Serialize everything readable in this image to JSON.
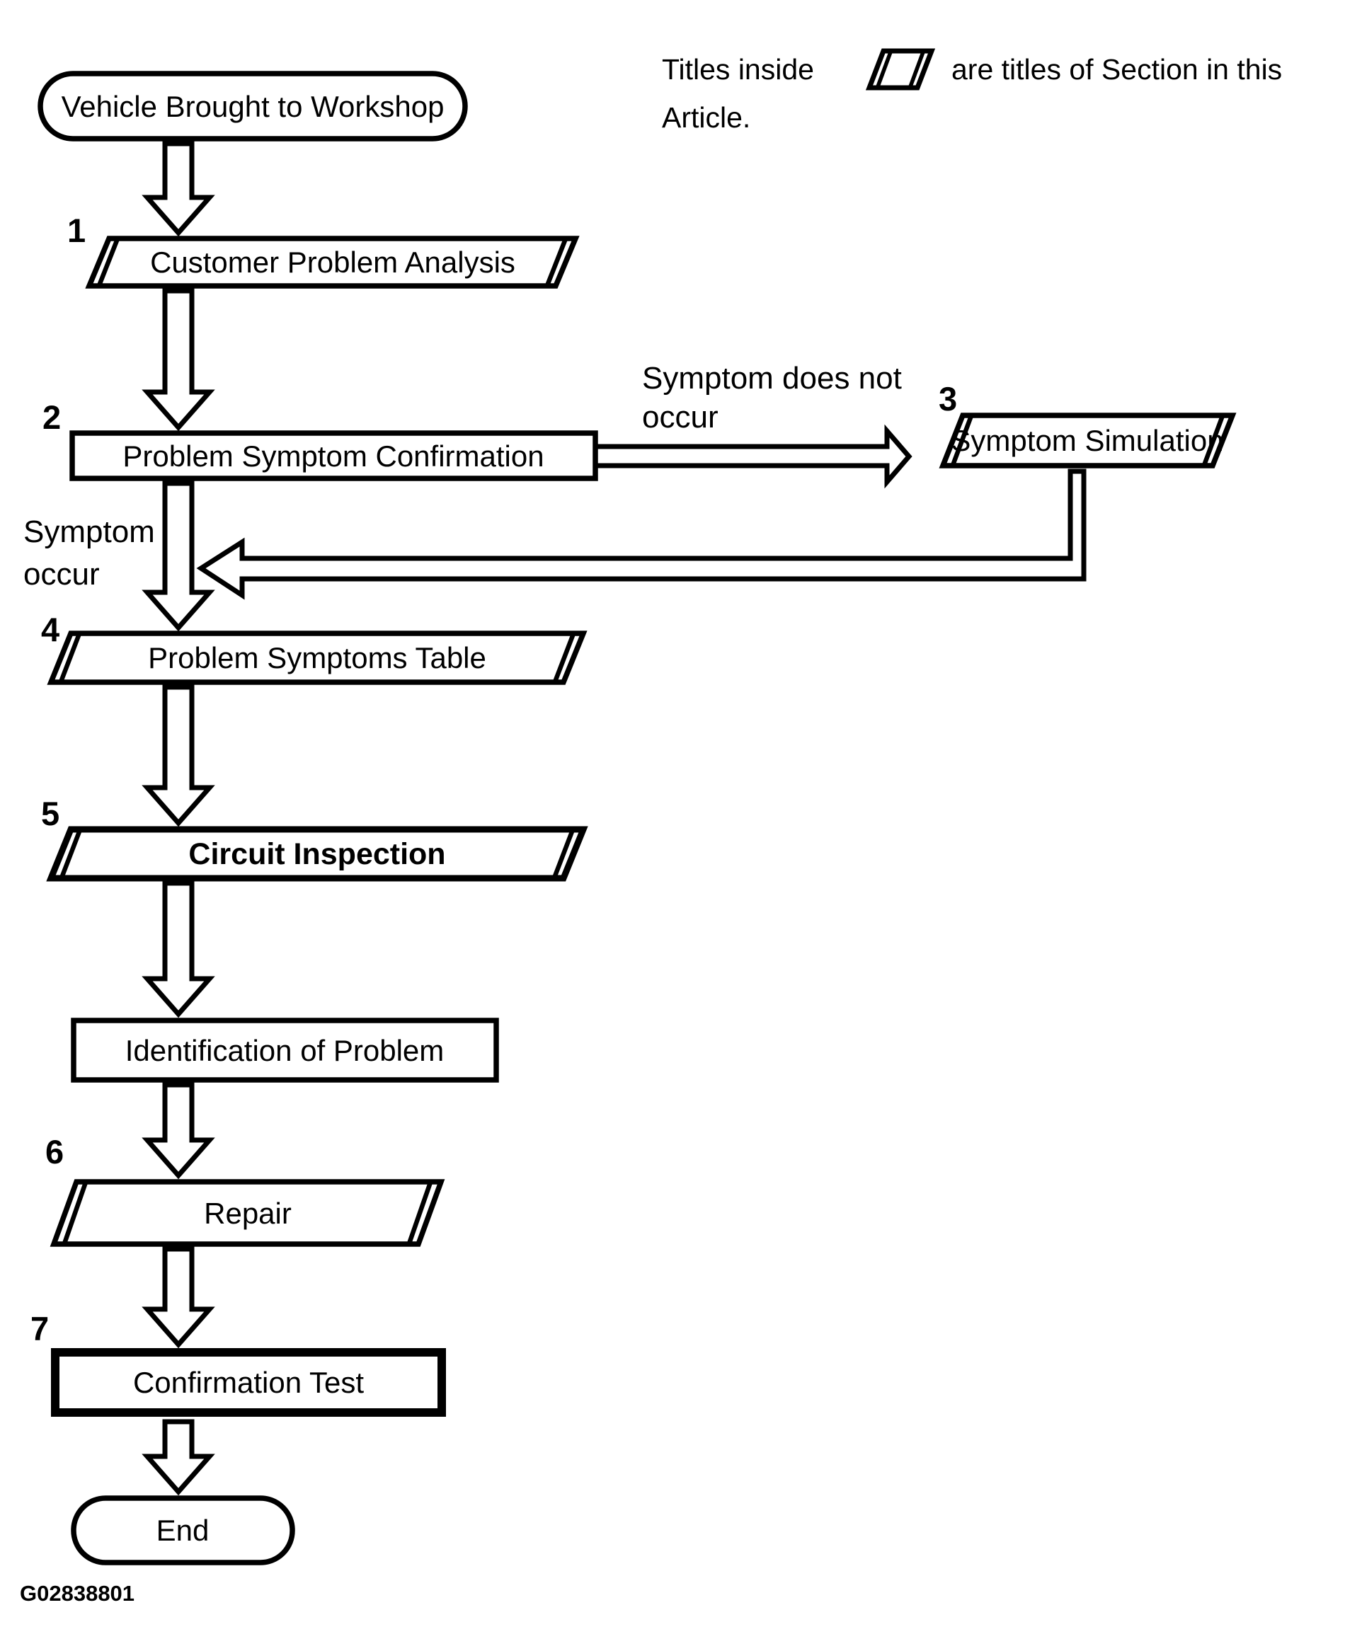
{
  "legend": {
    "text_before_icon": "Titles inside",
    "icon": "parallelogram-icon",
    "text_after_icon": "are titles of Section in this",
    "text_line2": "Article."
  },
  "nodes": {
    "start": "Vehicle Brought to Workshop",
    "step1": {
      "num": "1",
      "label": "Customer Problem Analysis"
    },
    "step2": {
      "num": "2",
      "label": "Problem Symptom Confirmation"
    },
    "step3": {
      "num": "3",
      "label": "Symptom Simulation"
    },
    "step4": {
      "num": "4",
      "label": "Problem Symptoms Table"
    },
    "step5": {
      "num": "5",
      "label": "Circuit Inspection"
    },
    "identification": {
      "label": "Identification of Problem"
    },
    "step6": {
      "num": "6",
      "label": "Repair"
    },
    "step7": {
      "num": "7",
      "label": "Confirmation Test"
    },
    "end": "End"
  },
  "edge_labels": {
    "not_occur_line1": "Symptom does not",
    "not_occur_line2": "occur",
    "occur_line1": "Symptom",
    "occur_line2": "occur"
  },
  "figure_code": "G02838801",
  "colors": {
    "ink": "#000000",
    "paper": "#ffffff"
  }
}
